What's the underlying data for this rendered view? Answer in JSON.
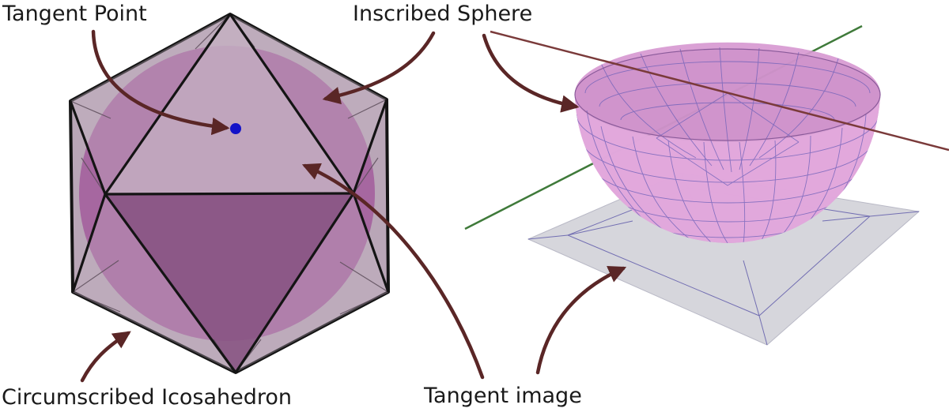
{
  "labels": {
    "tangent_point": "Tangent Point",
    "inscribed_sphere": "Inscribed Sphere",
    "circumscribed_icosahedron": "Circumscribed Icosahedron",
    "tangent_image": "Tangent image"
  },
  "colors": {
    "arrow": "#5a2626",
    "sphere": "#a667a0",
    "icosahedron_face": "#b9a6b7",
    "icosahedron_edge": "#141414",
    "tangent_point_dot": "#1313c8",
    "hemisphere_fill": "#d79ad2",
    "hemisphere_grid": "#6a5fb8",
    "tangent_plane": "#d6d6dc",
    "axis_red": "#7a3a3a",
    "axis_green": "#3f7a3a"
  }
}
